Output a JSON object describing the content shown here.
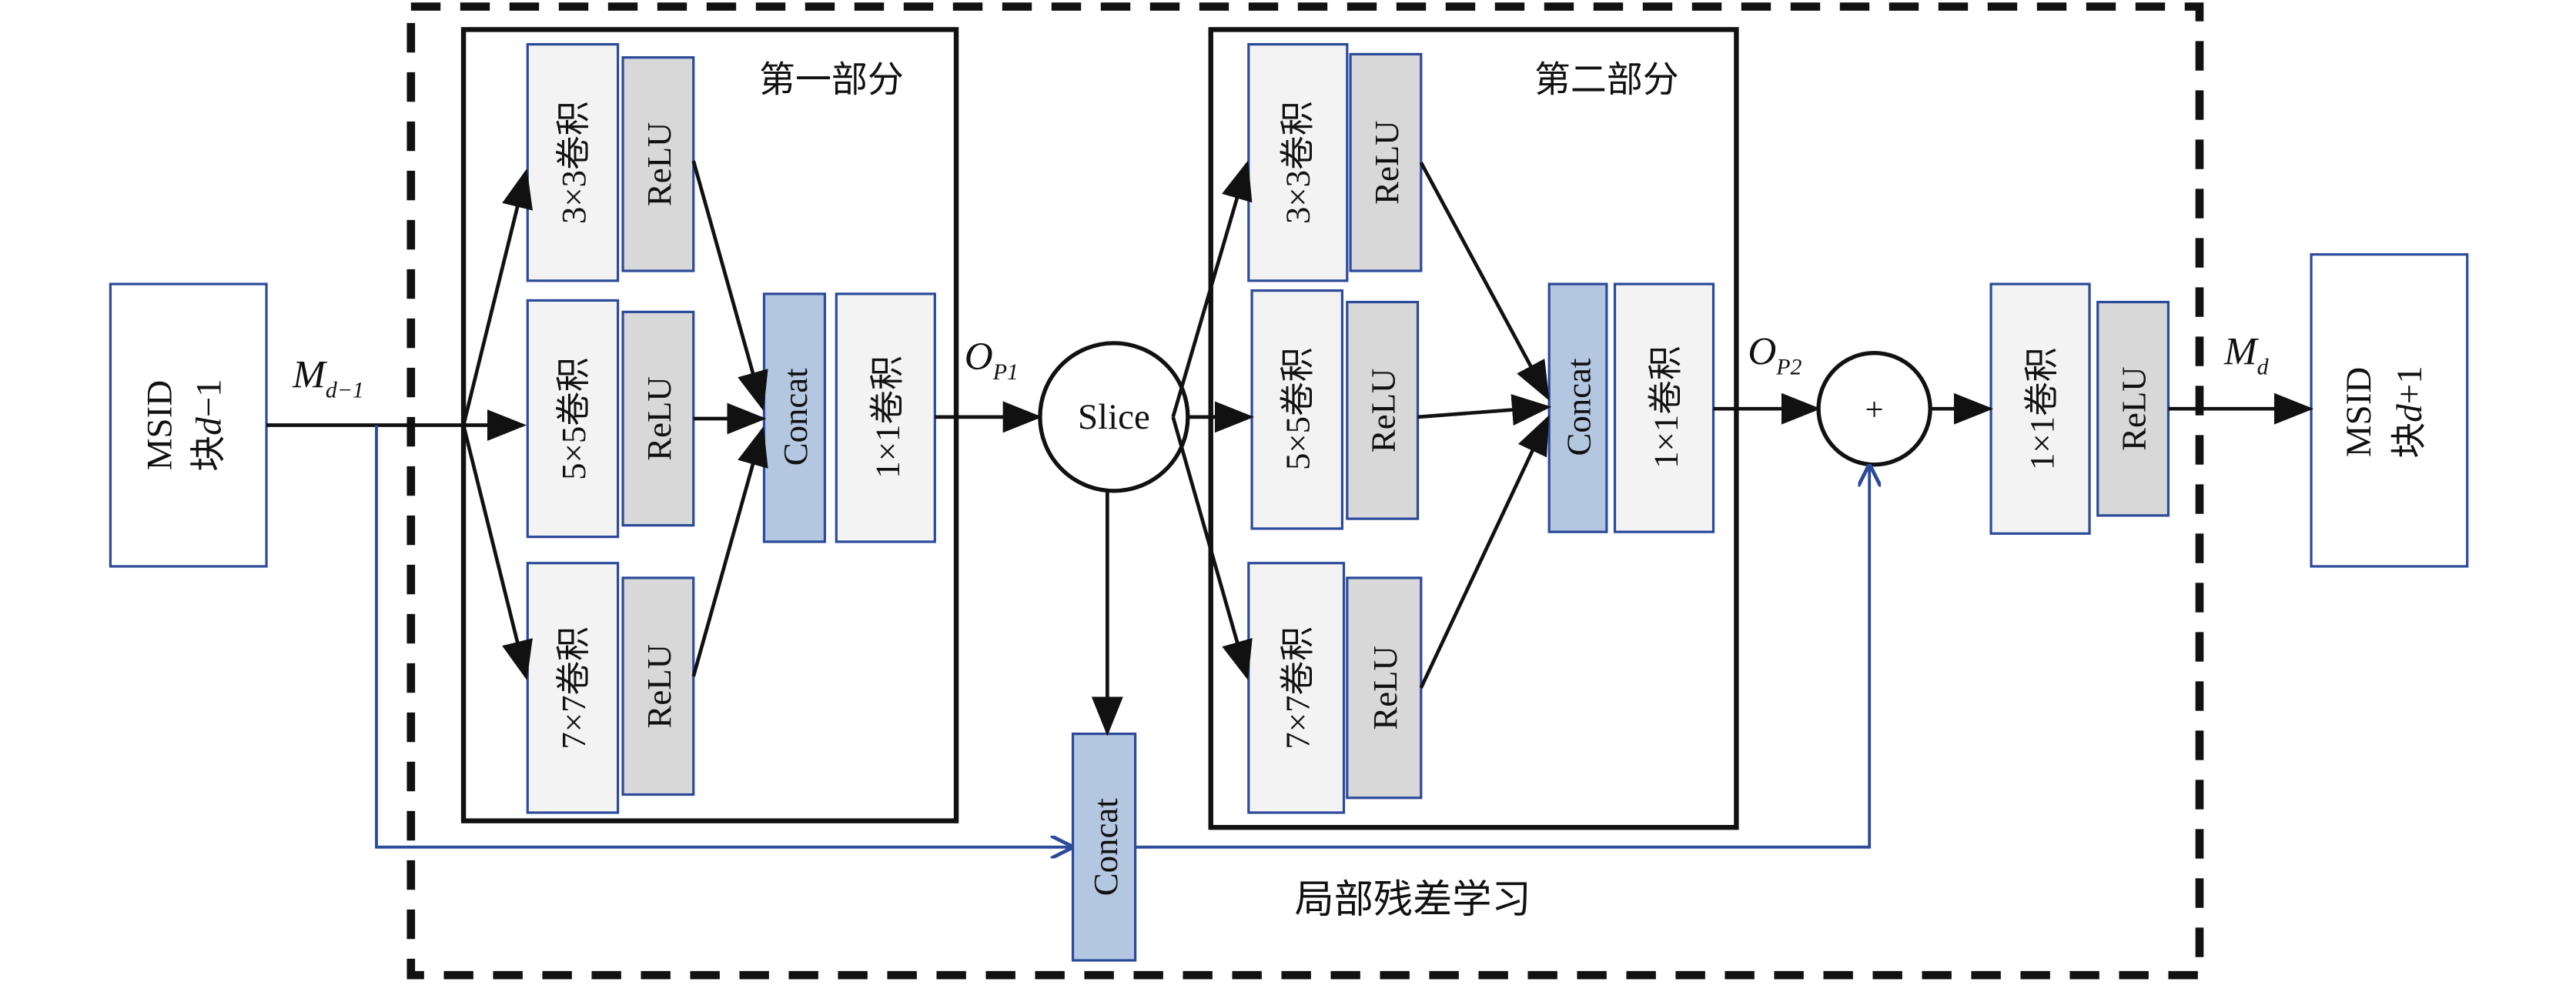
{
  "blocks": {
    "input": {
      "line1": "MSID",
      "line2": "块",
      "line2_italic": "d",
      "line2_suffix": "−1"
    },
    "output": {
      "line1": "MSID",
      "line2": "块",
      "line2_italic": "d",
      "line2_suffix": "+1"
    }
  },
  "part1": {
    "title": "第一部分",
    "conv3": "3×3卷积",
    "conv5": "5×5卷积",
    "conv7": "7×7卷积",
    "relu": "ReLU",
    "concat": "Concat",
    "conv1": "1×1卷积"
  },
  "part2": {
    "title": "第二部分",
    "conv3": "3×3卷积",
    "conv5": "5×5卷积",
    "conv7": "7×7卷积",
    "relu": "ReLU",
    "concat": "Concat",
    "conv1": "1×1卷积"
  },
  "slice": "Slice",
  "bottom_concat": "Concat",
  "plus": "+",
  "final_conv": "1×1卷积",
  "final_relu": "ReLU",
  "local_residual": "局部残差学习",
  "symbols": {
    "m_in": {
      "main": "M",
      "sub": "d−1"
    },
    "op1": {
      "main": "O",
      "sub": "P1"
    },
    "op2": {
      "main": "O",
      "sub": "P2"
    },
    "m_out": {
      "main": "M",
      "sub": "d"
    }
  }
}
